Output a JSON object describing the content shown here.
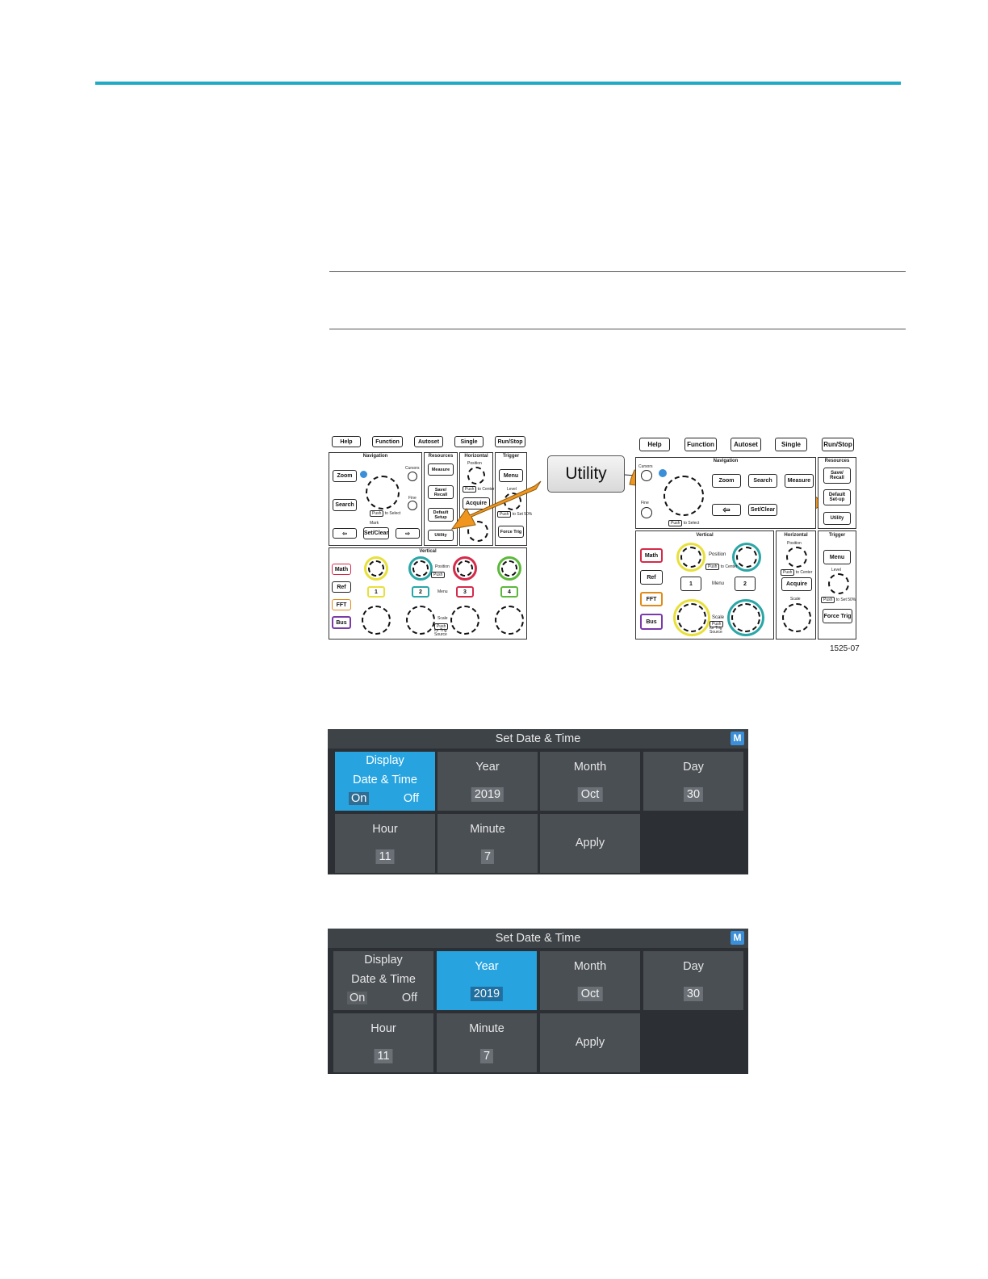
{
  "panel_left": {
    "top_buttons": [
      "Help",
      "Function",
      "Autoset",
      "Single",
      "Run/Stop"
    ],
    "sections": {
      "navigation": "Navigation",
      "resources": "Resources",
      "horizontal": "Horizontal",
      "trigger": "Trigger",
      "vertical": "Vertical"
    },
    "navigation": {
      "zoom": "Zoom",
      "search": "Search",
      "cursors": "Cursors",
      "fine": "Fine",
      "push_to_select": "to Select",
      "mark": "Mark",
      "set_clear": "Set/Clear",
      "left": "⇦",
      "right": "⇨"
    },
    "resources": {
      "measure": "Measure",
      "save_recall": "Save/ Recall",
      "default_setup": "Default Setup",
      "utility": "Utility"
    },
    "horizontal": {
      "position": "Position",
      "push_to_center": "to Center",
      "acquire": "Acquire"
    },
    "trigger": {
      "menu": "Menu",
      "level": "Level",
      "set_to_50": "to Set 50%",
      "force_trig": "Force Trig"
    },
    "vertical": {
      "math": "Math",
      "ref": "Ref",
      "fft": "FFT",
      "bus": "Bus",
      "ch1": "1",
      "ch2": "2",
      "ch3": "3",
      "ch4": "4",
      "position": "Position",
      "menu": "Menu",
      "scale": "Scale",
      "trig_source": "for Trig Source"
    },
    "push": "Push",
    "channel_colors": {
      "ch1": "#e8e03a",
      "ch2": "#2aa6a6",
      "ch3": "#d62a4a",
      "ch4": "#5cb83a"
    }
  },
  "panel_right": {
    "top_buttons": [
      "Help",
      "Function",
      "Autoset",
      "Single",
      "Run/Stop"
    ],
    "sections": {
      "navigation": "Navigation",
      "resources": "Resources",
      "horizontal": "Horizontal",
      "trigger": "Trigger",
      "vertical": "Vertical"
    },
    "navigation": {
      "cursors": "Cursors",
      "fine": "Fine",
      "zoom": "Zoom",
      "search": "Search",
      "measure": "Measure",
      "set_clear": "Set/Clear",
      "left": "⇦",
      "push_to_select": "to Select"
    },
    "resources": {
      "save_recall": "Save/ Recall",
      "default_setup": "Default Set-up",
      "utility": "Utility"
    },
    "horizontal": {
      "position": "Position",
      "push_to_center": "to Center",
      "acquire": "Acquire",
      "scale": "Scale"
    },
    "trigger": {
      "menu": "Menu",
      "level": "Level",
      "set_to_50": "to Set 50%",
      "force_trig": "Force Trig"
    },
    "vertical": {
      "math": "Math",
      "ref": "Ref",
      "fft": "FFT",
      "bus": "Bus",
      "ch1": "1",
      "ch2": "2",
      "position": "Position",
      "menu": "Menu",
      "scale": "Scale",
      "push_to_center": "to Center",
      "trig_source": "for Trig Source"
    },
    "push": "Push"
  },
  "callout": {
    "label": "Utility",
    "arrow_color": "#f0961e"
  },
  "figure_id": "1525-07",
  "menu1": {
    "title": "Set Date & Time",
    "icon": "M",
    "display": {
      "line1": "Display",
      "line2": "Date & Time",
      "on": "On",
      "off": "Off"
    },
    "year": {
      "label": "Year",
      "value": "2019"
    },
    "month": {
      "label": "Month",
      "value": "Oct"
    },
    "day": {
      "label": "Day",
      "value": "30"
    },
    "hour": {
      "label": "Hour",
      "value": "11"
    },
    "minute": {
      "label": "Minute",
      "value": "7"
    },
    "apply": "Apply",
    "selected": "display"
  },
  "menu2": {
    "title": "Set Date & Time",
    "icon": "M",
    "display": {
      "line1": "Display",
      "line2": "Date & Time",
      "on": "On",
      "off": "Off"
    },
    "year": {
      "label": "Year",
      "value": "2019"
    },
    "month": {
      "label": "Month",
      "value": "Oct"
    },
    "day": {
      "label": "Day",
      "value": "30"
    },
    "hour": {
      "label": "Hour",
      "value": "11"
    },
    "minute": {
      "label": "Minute",
      "value": "7"
    },
    "apply": "Apply",
    "selected": "year"
  },
  "colors": {
    "accent_rule": "#22a9c4",
    "menu_bg": "#2c3034",
    "tile": "#4a4f54",
    "tile_selected": "#27a4e0"
  }
}
